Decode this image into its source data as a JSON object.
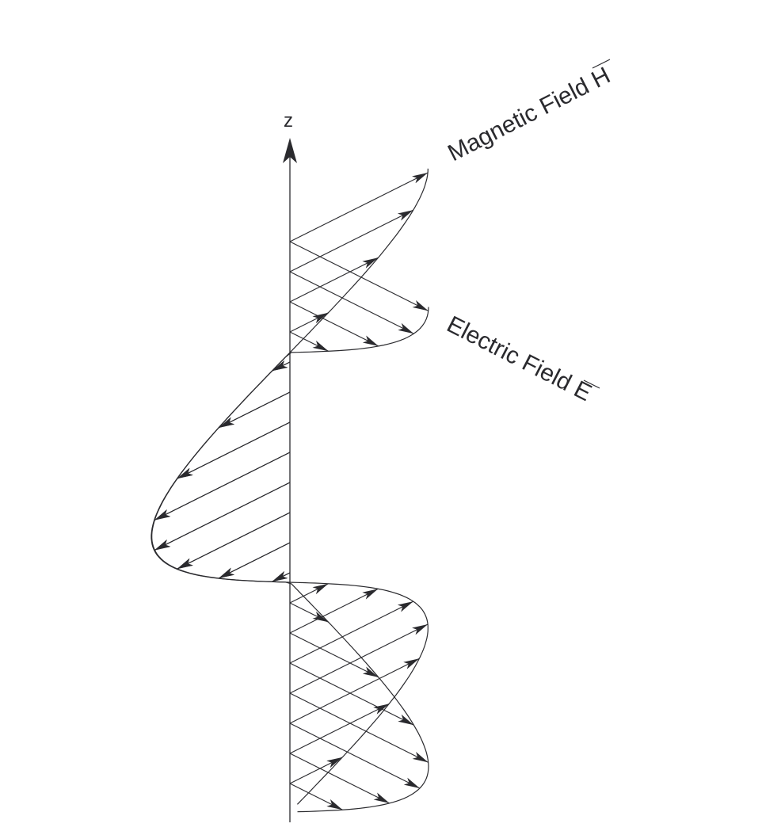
{
  "diagram": {
    "axis_label": "z",
    "magnetic_label": "Magnetic Field H",
    "electric_label": "Electric Field E",
    "line_color": "#2a2a2e"
  }
}
